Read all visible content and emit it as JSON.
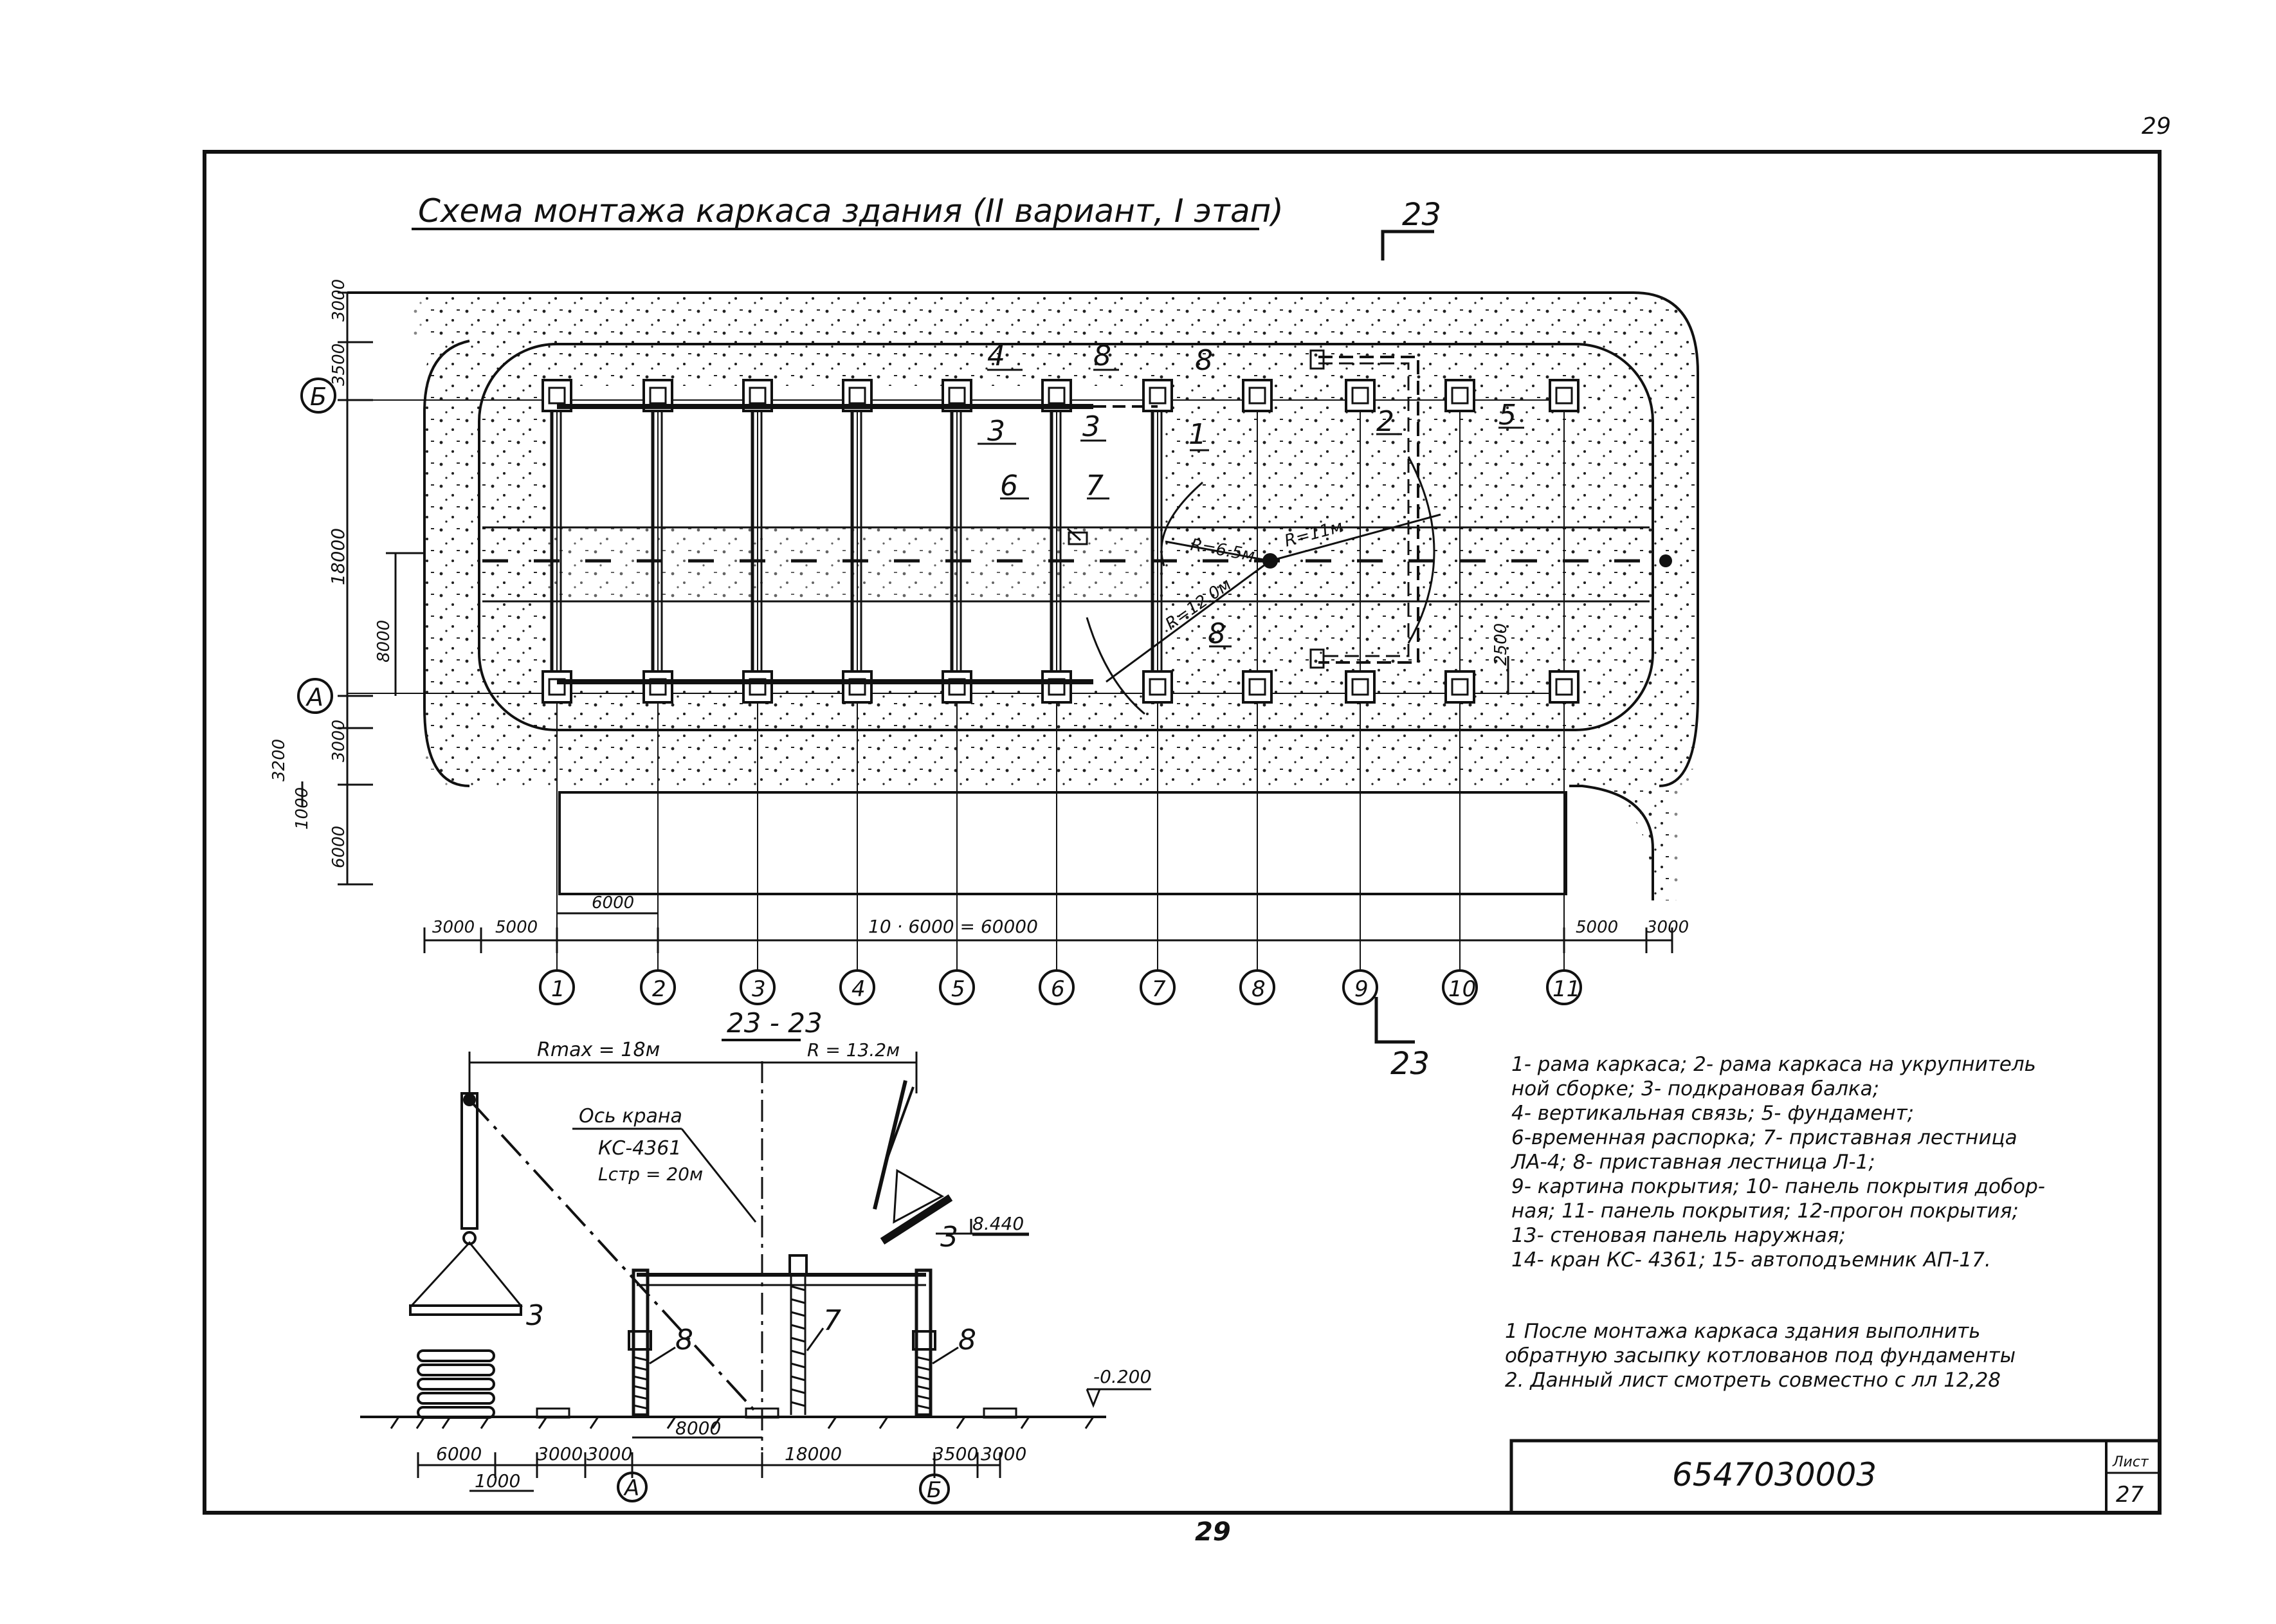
{
  "sheet": {
    "page_number_top": "29",
    "page_number_bottom": "29",
    "title": "Схема монтажа каркаса здания (II вариант, I этап)",
    "doc_number": "6547030003",
    "sheet_label": "Лист",
    "sheet_number": "27"
  },
  "plan": {
    "section_mark": "23",
    "section_mark_bottom": "23",
    "row_labels": [
      "Б",
      "А"
    ],
    "axis_labels": [
      "1",
      "2",
      "3",
      "4",
      "5",
      "6",
      "7",
      "8",
      "9",
      "10",
      "11"
    ],
    "left_dims": [
      "3000",
      "3500",
      "18000",
      "8000",
      "3000",
      "3200",
      "1000",
      "6000"
    ],
    "bottom_dims": [
      "3000",
      "5000",
      "6000",
      "10 · 6000 = 60000",
      "5000",
      "3000"
    ],
    "right_dim": "2500",
    "callouts": [
      "4",
      "8",
      "8",
      "3",
      "3",
      "1",
      "2",
      "5",
      "6",
      "7",
      "8"
    ],
    "radii": [
      "R=6.5м",
      "R=11м",
      "R=12.0м"
    ]
  },
  "section": {
    "title": "23 - 23",
    "rmax": "Rmax = 18м",
    "r2": "R = 13.2м",
    "crane_axis_label": "Ось крана",
    "crane_model": "КС-4361",
    "boom": "Lстр = 20м",
    "elev_top": "8.440",
    "elev_ground": "-0.200",
    "callouts": [
      "3",
      "3",
      "8",
      "7",
      "8"
    ],
    "dims": [
      "6000",
      "3000",
      "3000",
      "8000",
      "18000",
      "3500",
      "3000",
      "1000"
    ],
    "row_labels": [
      "А",
      "Б"
    ]
  },
  "legend": {
    "lines": [
      "1- рама каркаса; 2- рама каркаса на укрупнитель",
      "ной сборке; 3- подкрановая балка;",
      "4- вертикальная связь; 5- фундамент;",
      "6-временная распорка; 7- приставная лестница",
      "ЛА-4; 8- приставная лестница Л-1;",
      "9- картина покрытия; 10- панель покрытия добор-",
      "ная; 11- панель покрытия; 12-прогон покрытия;",
      "13- стеновая панель наружная;",
      "14- кран КС- 4361; 15- автоподъемник АП-17."
    ],
    "notes": [
      "1 После монтажа каркаса здания выполнить",
      "обратную засыпку котлованов под фундаменты",
      "2. Данный лист смотреть совместно с лл 12,28"
    ]
  }
}
